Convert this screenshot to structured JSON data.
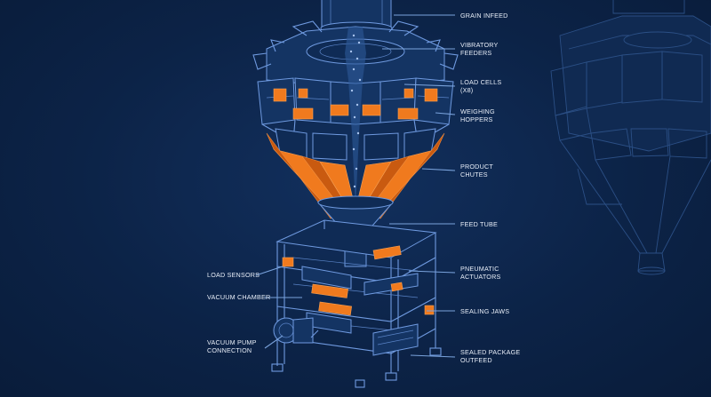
{
  "palette": {
    "background": "#0c2347",
    "linework": "#6f9ae0",
    "accent_orange": "#f07a1e",
    "label_text": "#e8eef8"
  },
  "labels_right": [
    {
      "id": "grain-infeed",
      "lines": [
        "GRAIN INFEED"
      ]
    },
    {
      "id": "vibratory-feeders",
      "lines": [
        "VIBRATORY",
        "FEEDERS"
      ]
    },
    {
      "id": "load-cells",
      "lines": [
        "LOAD CELLS",
        "(X8)"
      ]
    },
    {
      "id": "weighing-hoppers",
      "lines": [
        "WEIGHING",
        "HOPPERS"
      ]
    },
    {
      "id": "product-chutes",
      "lines": [
        "PRODUCT",
        "CHUTES"
      ]
    },
    {
      "id": "feed-tube",
      "lines": [
        "FEED TUBE"
      ]
    },
    {
      "id": "pneumatic-actuators",
      "lines": [
        "PNEUMATIC",
        "ACTUATORS"
      ]
    },
    {
      "id": "sealing-jaws",
      "lines": [
        "SEALING JAWS"
      ]
    },
    {
      "id": "sealed-package-outfeed",
      "lines": [
        "SEALED PACKAGE",
        "OUTFEED"
      ]
    }
  ],
  "labels_left": [
    {
      "id": "load-sensors",
      "lines": [
        "LOAD SENSORS"
      ]
    },
    {
      "id": "vacuum-chamber",
      "lines": [
        "VACUUM CHAMBER"
      ]
    },
    {
      "id": "vacuum-pump-connection",
      "lines": [
        "VACUUM PUMP",
        "CONNECTION"
      ]
    }
  ]
}
